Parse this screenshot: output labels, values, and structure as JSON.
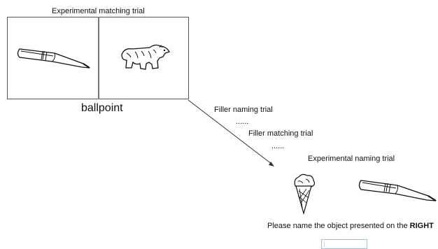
{
  "top_title": "Experimental matching trial",
  "matching_trial": {
    "left_icon": "pen-icon",
    "right_icon": "bear-icon",
    "label": "ballpoint"
  },
  "sequence": {
    "step_1": "Filler naming trial",
    "dots_1": "......",
    "step_2": "Filler matching trial",
    "dots_2": "......",
    "step_3": "Experimental naming trial"
  },
  "naming_trial": {
    "left_icon": "ice-cream-icon",
    "right_icon": "pen-icon",
    "instruction_prefix": "Please name the object presented on the ",
    "instruction_emphasis": "RIGHT"
  },
  "colors": {
    "line": "#333333",
    "border": "#555555",
    "input_border": "#9bc1e8"
  }
}
